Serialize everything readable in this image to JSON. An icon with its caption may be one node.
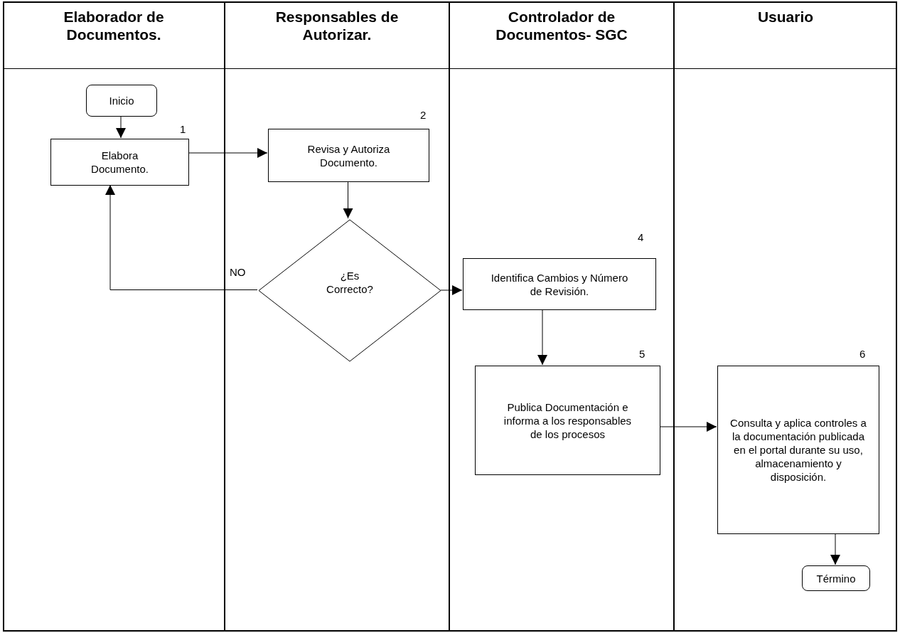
{
  "diagram": {
    "nodes": [
      {
        "text": [
          "Elaborador de Documentos."
        ]
      },
      {
        "text": [
          "Inicio"
        ],
        "in": 0
      },
      {
        "text": [
          "Elabora Documento."
        ],
        "in": 0,
        "beside": [
          "1"
        ]
      },
      {
        "text": [
          "Responsables de Autorizar."
        ]
      },
      {
        "text": [
          "Revisa y Autoriza Documento."
        ],
        "in": 3,
        "beside": [
          "2"
        ]
      },
      {
        "text": [
          "¿Es Correcto?"
        ],
        "in": 3
      },
      {
        "text": [
          "Controlador de Documentos- SGC"
        ]
      },
      {
        "text": [
          "Identifica Cambios y Número de Revisión."
        ],
        "in": 6,
        "beside": [
          "4"
        ]
      },
      {
        "text": [
          "Publica Documentación e informa a los responsables de los procesos"
        ],
        "in": 6,
        "beside": [
          "5"
        ]
      },
      {
        "text": [
          "Usuario"
        ]
      },
      {
        "text": [
          "Consulta y aplica controles a la documentación publicada en el portal durante su uso, almacenamiento y disposición."
        ],
        "in": 9,
        "beside": [
          "6"
        ]
      },
      {
        "text": [
          "Término"
        ],
        "in": 9
      }
    ],
    "edges": [
      {
        "from": 1,
        "to": 2,
        "arrow": "to"
      },
      {
        "from": 2,
        "to": 4,
        "arrow": "to"
      },
      {
        "from": 4,
        "to": 5,
        "arrow": "to"
      },
      {
        "from": 5,
        "to": 2,
        "arrow": "to",
        "label": "NO"
      },
      {
        "from": 5,
        "to": 7,
        "arrow": "to"
      },
      {
        "from": 7,
        "to": 8,
        "arrow": "to"
      },
      {
        "from": 8,
        "to": 10,
        "arrow": "to"
      },
      {
        "from": 10,
        "to": 11,
        "arrow": "to"
      }
    ]
  }
}
